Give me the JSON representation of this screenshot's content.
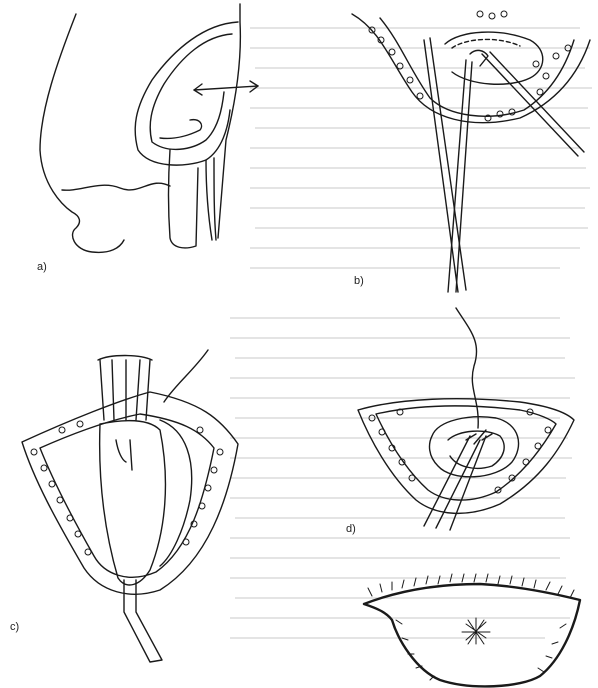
{
  "panels": {
    "a": {
      "label": "a)"
    },
    "b": {
      "label": "b)"
    },
    "c": {
      "label": "c)"
    },
    "d": {
      "label": "d)"
    },
    "e": {
      "label": ""
    }
  },
  "colors": {
    "ink": "#1a1a1a",
    "bleed": "#d9d9d9",
    "paper": "#ffffff"
  }
}
